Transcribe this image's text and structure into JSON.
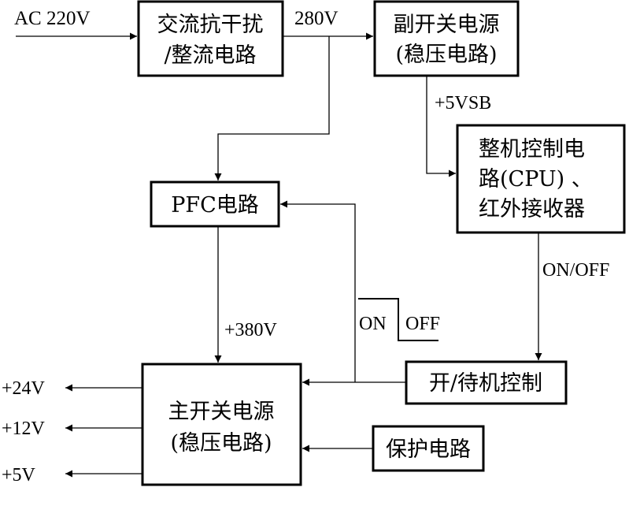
{
  "diagram": {
    "blocks": {
      "emi_rectifier": {
        "line1": "交流抗干扰",
        "line2": "/整流电路"
      },
      "aux_psu": {
        "line1": "副开关电源",
        "line2": "(稳压电路)"
      },
      "cpu_ir": {
        "line1": "整机控制电",
        "line2": "路(CPU) 、",
        "line3": "红外接收器"
      },
      "pfc": {
        "label": "PFC电路"
      },
      "main_psu": {
        "line1": "主开关电源",
        "line2": "(稳压电路)"
      },
      "standby": {
        "label": "开/待机控制"
      },
      "protection": {
        "label": "保护电路"
      }
    },
    "signals": {
      "ac_input": "AC 220V",
      "dc_280": "280V",
      "vsb": "+5VSB",
      "on_off": "ON/OFF",
      "dc_380": "+380V",
      "switch_on": "ON",
      "switch_off": "OFF",
      "out_24": "+24V",
      "out_12": "+12V",
      "out_5": "+5V"
    }
  }
}
